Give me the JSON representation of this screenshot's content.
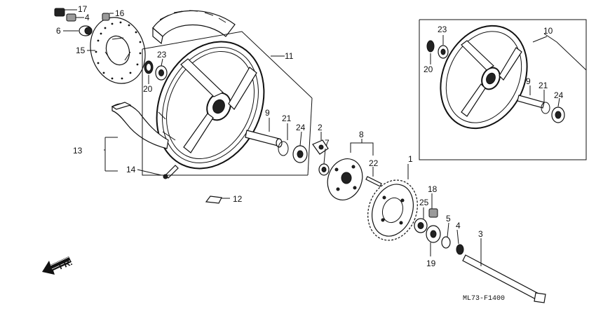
{
  "diagram": {
    "code": "ML73-F1400",
    "direction_label": "FR."
  },
  "callouts": [
    {
      "id": "c1",
      "text": "1"
    },
    {
      "id": "c2",
      "text": "2"
    },
    {
      "id": "c3",
      "text": "3"
    },
    {
      "id": "c4a",
      "text": "4"
    },
    {
      "id": "c4b",
      "text": "4"
    },
    {
      "id": "c5",
      "text": "5"
    },
    {
      "id": "c6",
      "text": "6"
    },
    {
      "id": "c7",
      "text": "7"
    },
    {
      "id": "c8",
      "text": "8"
    },
    {
      "id": "c9a",
      "text": "9"
    },
    {
      "id": "c9b",
      "text": "9"
    },
    {
      "id": "c10",
      "text": "10"
    },
    {
      "id": "c11",
      "text": "11"
    },
    {
      "id": "c12",
      "text": "12"
    },
    {
      "id": "c13",
      "text": "13"
    },
    {
      "id": "c14",
      "text": "14"
    },
    {
      "id": "c15",
      "text": "15"
    },
    {
      "id": "c16",
      "text": "16"
    },
    {
      "id": "c17",
      "text": "17"
    },
    {
      "id": "c18",
      "text": "18"
    },
    {
      "id": "c19",
      "text": "19"
    },
    {
      "id": "c20a",
      "text": "20"
    },
    {
      "id": "c20b",
      "text": "20"
    },
    {
      "id": "c21a",
      "text": "21"
    },
    {
      "id": "c21b",
      "text": "21"
    },
    {
      "id": "c22",
      "text": "22"
    },
    {
      "id": "c23a",
      "text": "23"
    },
    {
      "id": "c23b",
      "text": "23"
    },
    {
      "id": "c24a",
      "text": "24"
    },
    {
      "id": "c24b",
      "text": "24"
    },
    {
      "id": "c25",
      "text": "25"
    }
  ]
}
